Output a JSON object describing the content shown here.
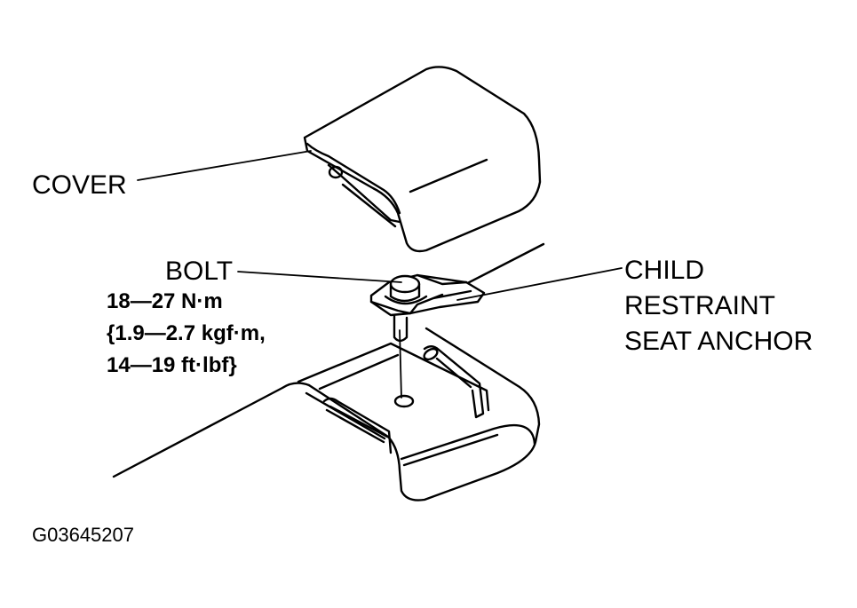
{
  "labels": {
    "cover": "COVER",
    "bolt": "BOLT",
    "torque": {
      "line1": "18—27 N·m",
      "line2": "{1.9—2.7 kgf·m,",
      "line3": "14—19 ft·lbf}"
    },
    "anchor": {
      "line1": "CHILD",
      "line2": "RESTRAINT",
      "line3": "SEAT ANCHOR"
    },
    "figure_code": "G03645207"
  },
  "colors": {
    "ink": "#000000",
    "paper": "#ffffff"
  }
}
